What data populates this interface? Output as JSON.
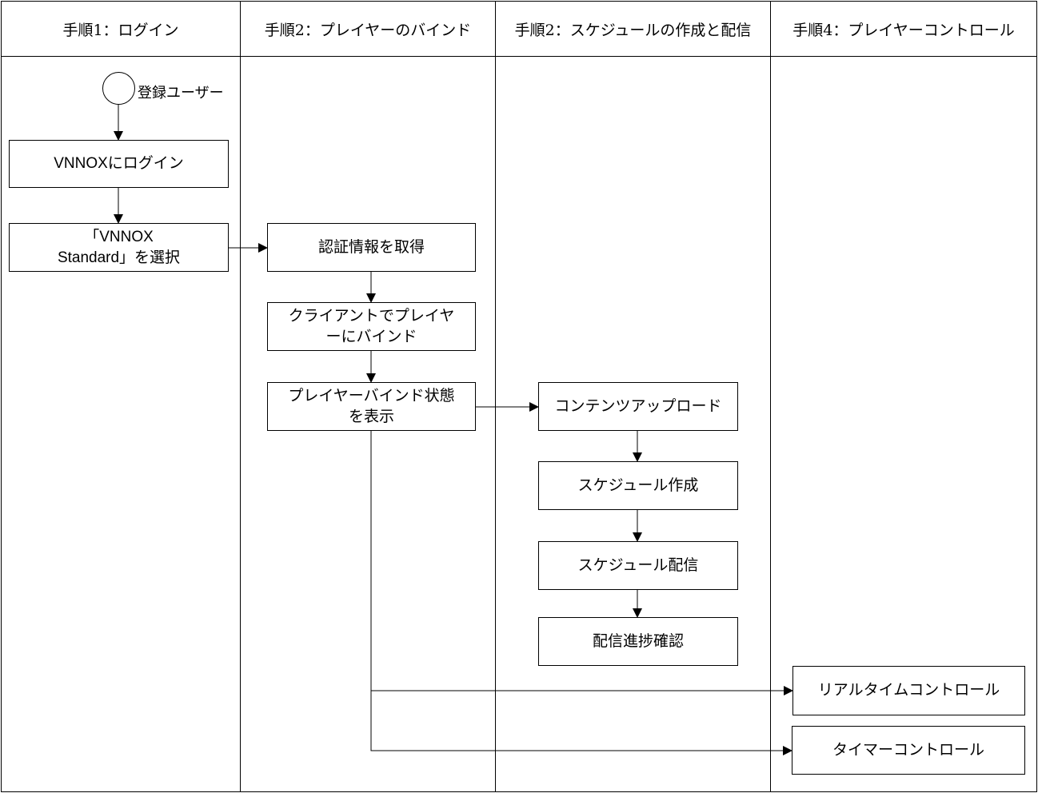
{
  "lanes": [
    {
      "title": "手順1：ログイン"
    },
    {
      "title": "手順2：プレイヤーのバインド"
    },
    {
      "title": "手順2：スケジュールの作成と配信"
    },
    {
      "title": "手順4：プレイヤーコントロール"
    }
  ],
  "start": {
    "label": "登録ユーザー"
  },
  "steps": {
    "login": "VNNOXにログイン",
    "select_standard_line1": "「VNNOX",
    "select_standard_line2": "Standard」を選択",
    "get_credentials": "認証情報を取得",
    "bind_client_line1": "クライアントでプレイヤ",
    "bind_client_line2": "ーにバインド",
    "show_bind_state_line1": "プレイヤーバインド状態",
    "show_bind_state_line2": "を表示",
    "upload_content": "コンテンツアップロード",
    "create_schedule": "スケジュール作成",
    "publish_schedule": "スケジュール配信",
    "check_progress": "配信進捗確認",
    "realtime_control": "リアルタイムコントロール",
    "timer_control": "タイマーコントロール"
  }
}
